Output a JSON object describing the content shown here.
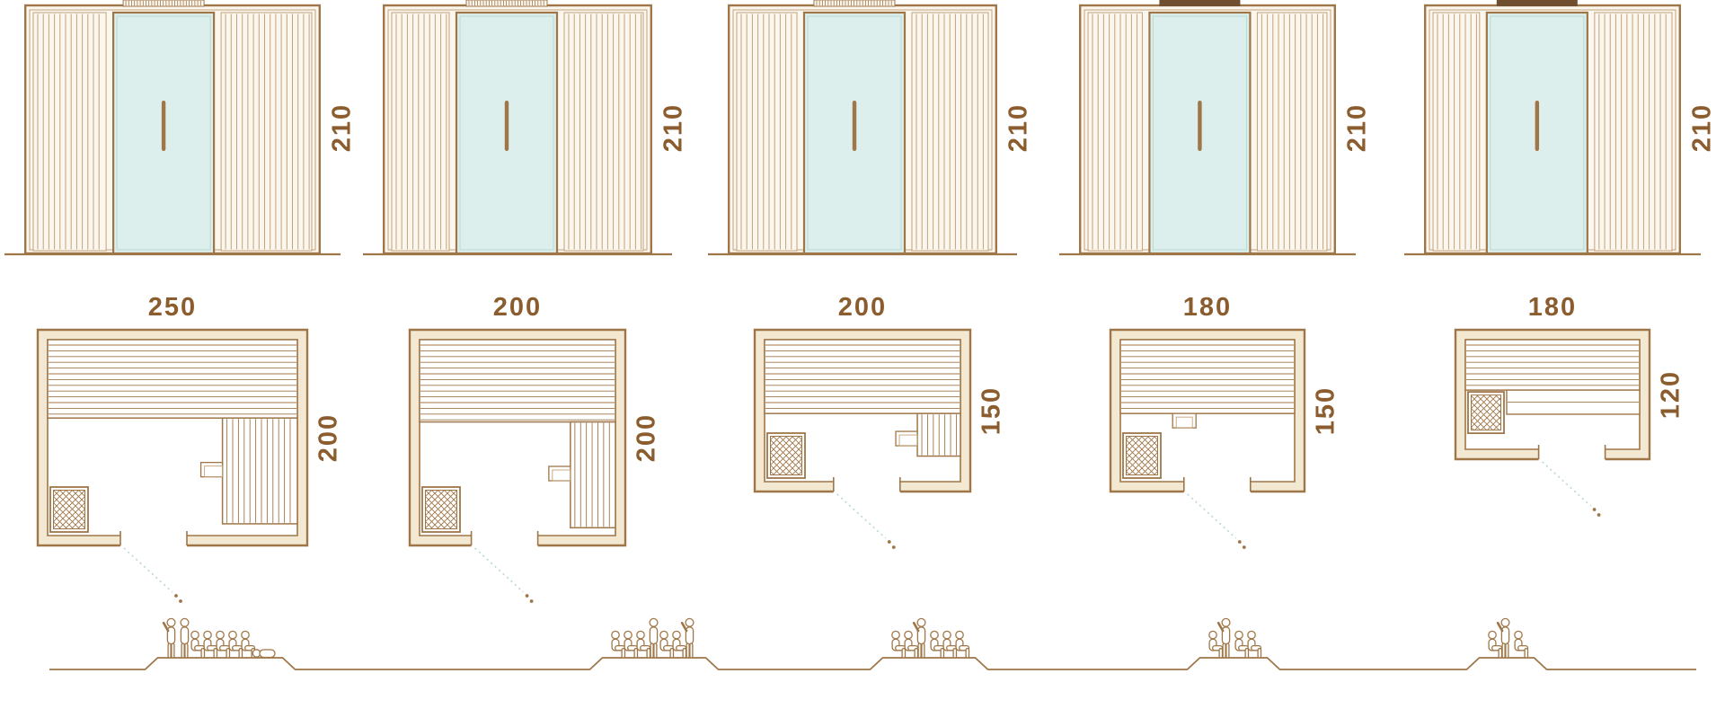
{
  "colors": {
    "line": "#9f7648",
    "line_light": "#c2a379",
    "text": "#8a5c2e",
    "cream": "#fbf7ee",
    "wall_fill": "#f3e9d3",
    "glass": "#dcefec",
    "glass_line": "#b7d8d2",
    "vent_dark": "#6f4f2f"
  },
  "units": [
    {
      "height_label": "210",
      "width_label": "250",
      "depth_label": "200",
      "height_cm": 210,
      "width_cm": 250,
      "depth_cm": 200,
      "capacity": 8
    },
    {
      "height_label": "210",
      "width_label": "200",
      "depth_label": "200",
      "height_cm": 210,
      "width_cm": 200,
      "depth_cm": 200,
      "capacity": 7
    },
    {
      "height_label": "210",
      "width_label": "200",
      "depth_label": "150",
      "height_cm": 210,
      "width_cm": 200,
      "depth_cm": 150,
      "capacity": 6
    },
    {
      "height_label": "210",
      "width_label": "180",
      "depth_label": "150",
      "height_cm": 210,
      "width_cm": 180,
      "depth_cm": 150,
      "capacity": 4
    },
    {
      "height_label": "210",
      "width_label": "180",
      "depth_label": "120",
      "height_cm": 210,
      "width_cm": 180,
      "depth_cm": 120,
      "capacity": 3
    }
  ]
}
